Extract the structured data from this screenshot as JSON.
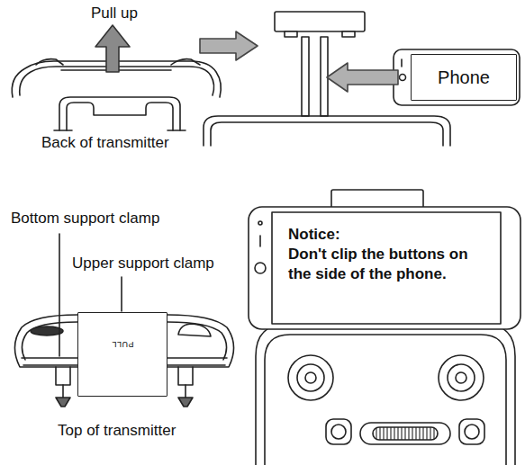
{
  "diagram": {
    "nodes": [
      {
        "text": [
          "Phone"
        ]
      },
      {
        "text": [
          "PULL"
        ]
      },
      {
        "text": [
          "Notice:",
          "Don't clip the buttons on the side of the phone."
        ]
      }
    ],
    "labels": [
      "Pull up",
      "Back of transmitter",
      "Bottom support clamp",
      "Upper support clamp",
      "Top of transmitter"
    ]
  }
}
